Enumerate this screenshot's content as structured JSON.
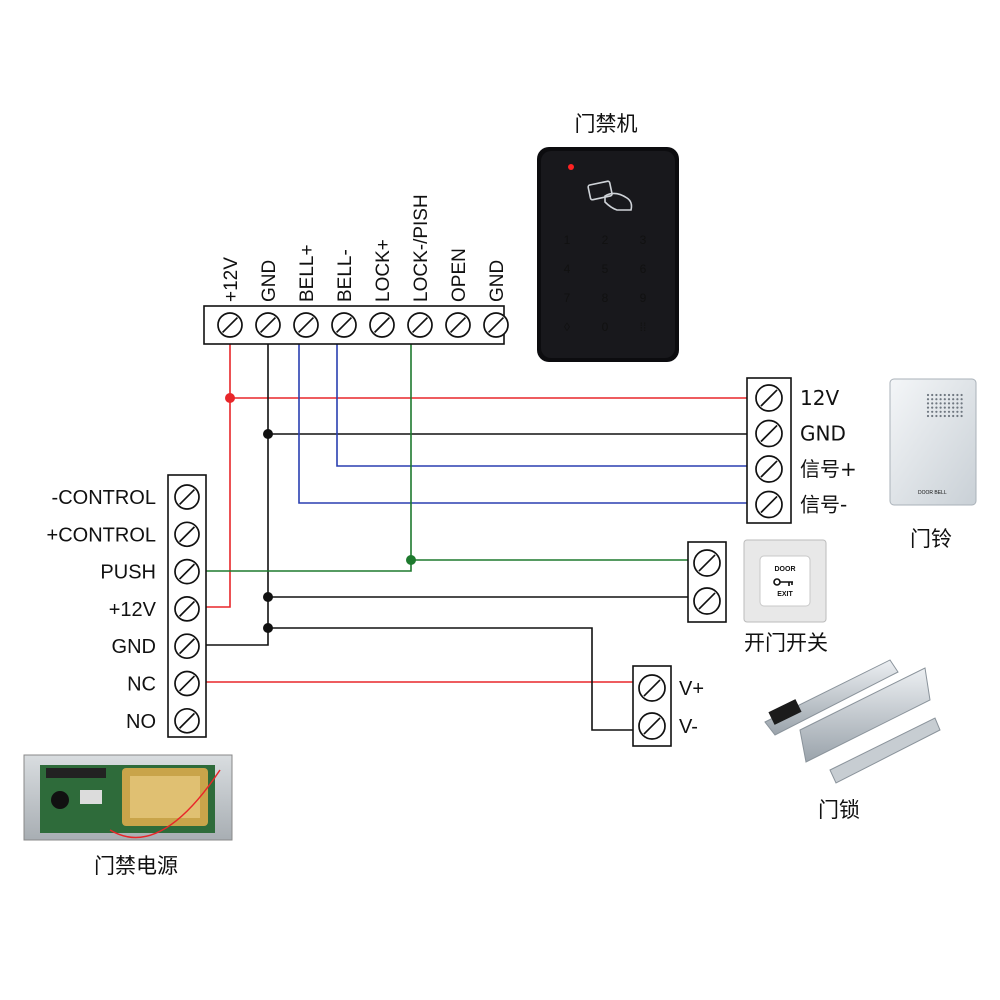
{
  "controller": {
    "title": "门禁机",
    "keypad": [
      "1",
      "2",
      "3",
      "4",
      "5",
      "6",
      "7",
      "8",
      "9",
      "◊",
      "0",
      "⁞⁞"
    ]
  },
  "controller_terminals": [
    "+12V",
    "GND",
    "BELL+",
    "BELL-",
    "LOCK+",
    "LOCK-/PISH",
    "OPEN",
    "GND"
  ],
  "power_supply": {
    "title": "门禁电源",
    "terminals": [
      "-CONTROL",
      "+CONTROL",
      "PUSH",
      "+12V",
      "GND",
      "NC",
      "NO"
    ]
  },
  "doorbell": {
    "title": "门铃",
    "terminals": [
      "12V",
      "GND",
      "信号+",
      "信号-"
    ],
    "device_text": "DOOR BELL"
  },
  "exit_switch": {
    "title": "开门开关",
    "device_text_top": "DOOR",
    "device_text_bottom": "EXIT"
  },
  "lock": {
    "title": "门锁",
    "terminals": [
      "V+",
      "V-"
    ]
  },
  "wire_colors": {
    "power": "#e8262a",
    "ground": "#111111",
    "bell": "#2a3fb0",
    "push": "#1e7a2e"
  }
}
